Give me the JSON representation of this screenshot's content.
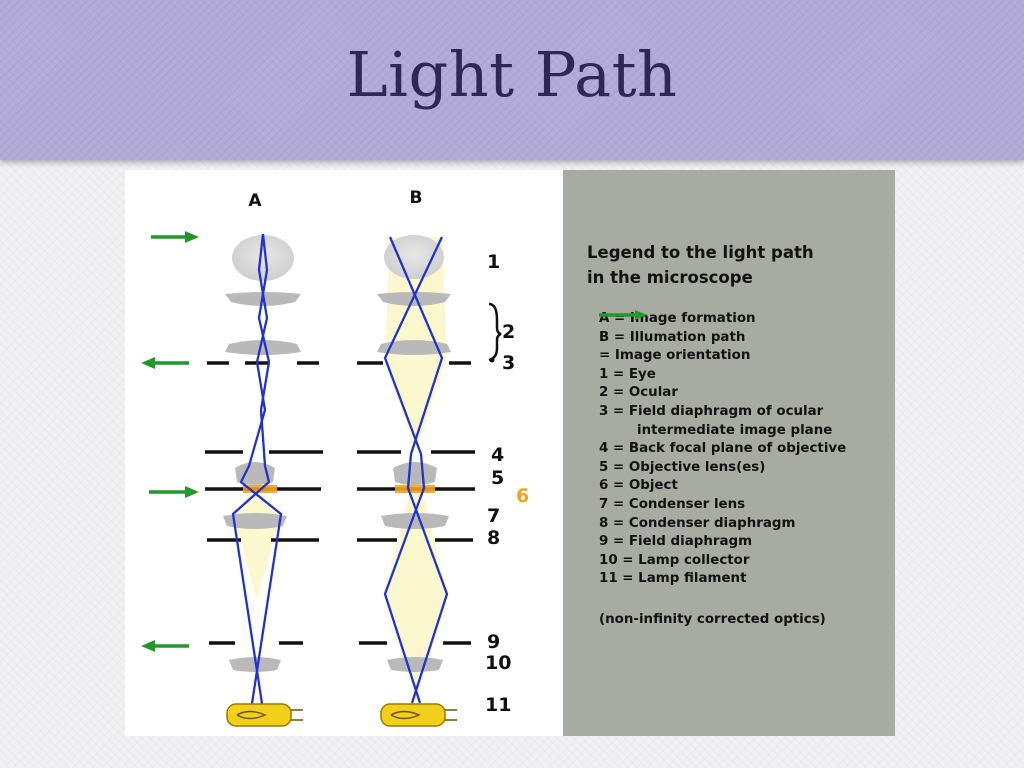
{
  "slide": {
    "title": "Light Path"
  },
  "diagram": {
    "column_labels": [
      "A",
      "B"
    ],
    "numbers": [
      "1",
      "2",
      "3",
      "4",
      "5",
      "6",
      "7",
      "8",
      "9",
      "10",
      "11"
    ],
    "colors": {
      "ray": "#2233cc",
      "beam_fill": "#fbf7cf",
      "arrow": "#1f9a2a",
      "object": "#f5a21b",
      "lens": "#b9b9b9",
      "lamp": "#f2cf1a",
      "number_6": "#f5a21b"
    },
    "icons": [
      "eye-lens-icon",
      "lamp-filament-icon",
      "green-arrow-icon",
      "bracket-icon"
    ]
  },
  "legend": {
    "title_line1": "Legend to the light path",
    "title_line2": "in the microscope",
    "items": [
      {
        "text": "A = Image formation"
      },
      {
        "text": "B = Illumation path"
      },
      {
        "text": "= Image orientation",
        "arrow": true
      },
      {
        "text": "1 = Eye"
      },
      {
        "text": "2 = Ocular"
      },
      {
        "text": "3 = Field diaphragm of ocular"
      },
      {
        "text": "intermediate image plane",
        "indent": true
      },
      {
        "text": "4 = Back focal plane of objective"
      },
      {
        "text": "5 = Objective lens(es)"
      },
      {
        "text": "6 = Object"
      },
      {
        "text": "7 = Condenser lens"
      },
      {
        "text": "8 = Condenser diaphragm"
      },
      {
        "text": "9 = Field diaphragm"
      },
      {
        "text": "10 = Lamp collector"
      },
      {
        "text": "11 = Lamp filament"
      }
    ],
    "note": "(non-infinity corrected optics)"
  }
}
